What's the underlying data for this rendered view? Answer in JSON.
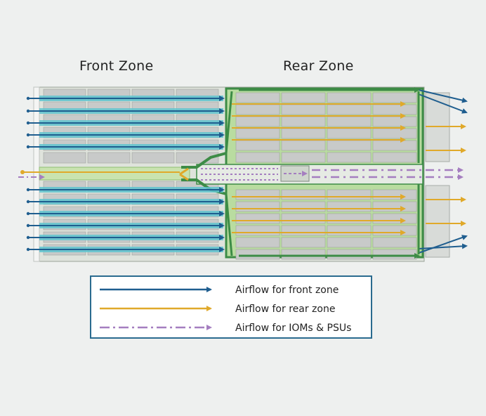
{
  "titles": {
    "front_zone": "Front Zone",
    "rear_zone": "Rear Zone"
  },
  "legend": {
    "items": [
      {
        "label": "Airflow for front zone",
        "color": "#1f5e8f",
        "style": "solid"
      },
      {
        "label": "Airflow for rear zone",
        "color": "#e0a92a",
        "style": "solid"
      },
      {
        "label": "Airflow for IOMs & PSUs",
        "color": "#a57ec0",
        "style": "dash-dot"
      }
    ]
  },
  "colors": {
    "front_airflow": "#1f5e8f",
    "rear_airflow": "#e0a92a",
    "iom_psu_airflow": "#a57ec0",
    "front_channel": "#5fc4cf",
    "enclosure_green": "#a9d58b",
    "enclosure_dark_green": "#3d8c46",
    "drive_gray": "#c8cac9",
    "legend_border": "#2a6b8f"
  }
}
